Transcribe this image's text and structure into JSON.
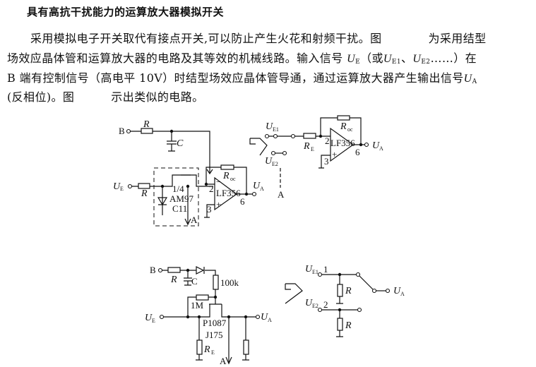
{
  "title": "具有高抗干扰能力的运算放大器模拟开关",
  "paragraph": {
    "l1a": "采用模拟电子开关取代有接点开关,可以防止产生火花和射频干扰。图",
    "l1b": "为采用结型",
    "l2a": "场效应晶体管和运算放大器的电路及其等效的机械线路。输入信号",
    "U": "U",
    "E": "E",
    "l2b": "（或",
    "E1": "E1",
    "sep": "、",
    "E2": "E2",
    "l2c": "……）在",
    "l3a": "B 端有控制信号（高电平 10V）时结型场效应晶体管导通，通过运算放大器产生输出信号",
    "A": "A",
    "l4a": "(反相位)。图",
    "l4b": "示出类似的电路。"
  },
  "circuit1": {
    "B": "B",
    "R": "R",
    "C": "C",
    "UE_U": "U",
    "UE_sub": "E",
    "R2": "R",
    "chip1": "1/4",
    "chip2": "AM97",
    "chip3": "C11",
    "A": "A",
    "Roc_R": "R",
    "Roc_sub": "oc",
    "pin2": "2",
    "pin3": "3",
    "pin6": "6",
    "opamp": "LF356",
    "UA_U": "U",
    "UA_sub": "A",
    "minus": "−",
    "plus": "+"
  },
  "circuit2": {
    "UE1_U": "U",
    "UE1_sub": "E1",
    "UE2_U": "U",
    "UE2_sub": "E2",
    "RE_R": "R",
    "RE_sub": "E",
    "Roc_R": "R",
    "Roc_sub": "oc",
    "pin2": "2",
    "pin3": "3",
    "pin6": "6",
    "opamp": "LF356",
    "UA_U": "U",
    "UA_sub": "A",
    "A": "A",
    "plus": "+"
  },
  "circuit3": {
    "B": "B",
    "R": "R",
    "C": "C",
    "r100k": "100k",
    "r1M": "1M",
    "UE_U": "U",
    "UE_sub": "E",
    "part1": "P1087",
    "part2": "J175",
    "RE_R": "R",
    "RE_sub": "E",
    "A": "A",
    "UA_U": "U",
    "UA_sub": "A"
  },
  "circuit4": {
    "UE1_U": "U",
    "UE1_sub": "E1",
    "n1": "1",
    "UE2_U": "U",
    "UE2_sub": "E2",
    "n2": "2",
    "R1": "R",
    "R2": "R",
    "UA_U": "U",
    "UA_sub": "A"
  }
}
